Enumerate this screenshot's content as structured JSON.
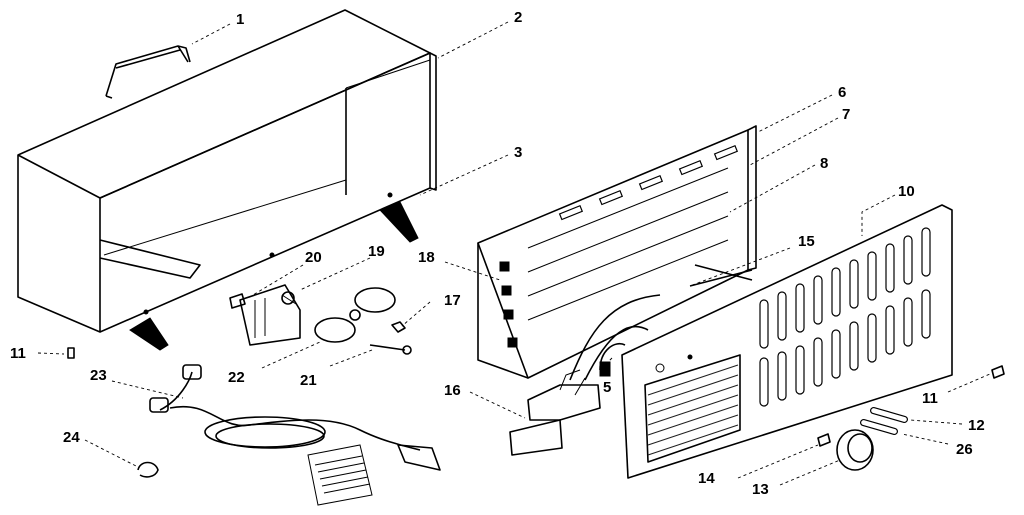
{
  "callouts": [
    {
      "id": "1",
      "label": "1"
    },
    {
      "id": "2",
      "label": "2"
    },
    {
      "id": "3",
      "label": "3"
    },
    {
      "id": "5",
      "label": "5"
    },
    {
      "id": "6",
      "label": "6"
    },
    {
      "id": "7",
      "label": "7"
    },
    {
      "id": "8",
      "label": "8"
    },
    {
      "id": "10",
      "label": "10"
    },
    {
      "id": "11a",
      "label": "11"
    },
    {
      "id": "11b",
      "label": "11"
    },
    {
      "id": "12",
      "label": "12"
    },
    {
      "id": "13",
      "label": "13"
    },
    {
      "id": "14",
      "label": "14"
    },
    {
      "id": "15",
      "label": "15"
    },
    {
      "id": "16",
      "label": "16"
    },
    {
      "id": "17",
      "label": "17"
    },
    {
      "id": "18",
      "label": "18"
    },
    {
      "id": "19",
      "label": "19"
    },
    {
      "id": "20",
      "label": "20"
    },
    {
      "id": "21",
      "label": "21"
    },
    {
      "id": "22",
      "label": "22"
    },
    {
      "id": "23",
      "label": "23"
    },
    {
      "id": "24",
      "label": "24"
    },
    {
      "id": "26",
      "label": "26"
    }
  ],
  "colors": {
    "ink": "#000000",
    "paper": "#ffffff"
  }
}
